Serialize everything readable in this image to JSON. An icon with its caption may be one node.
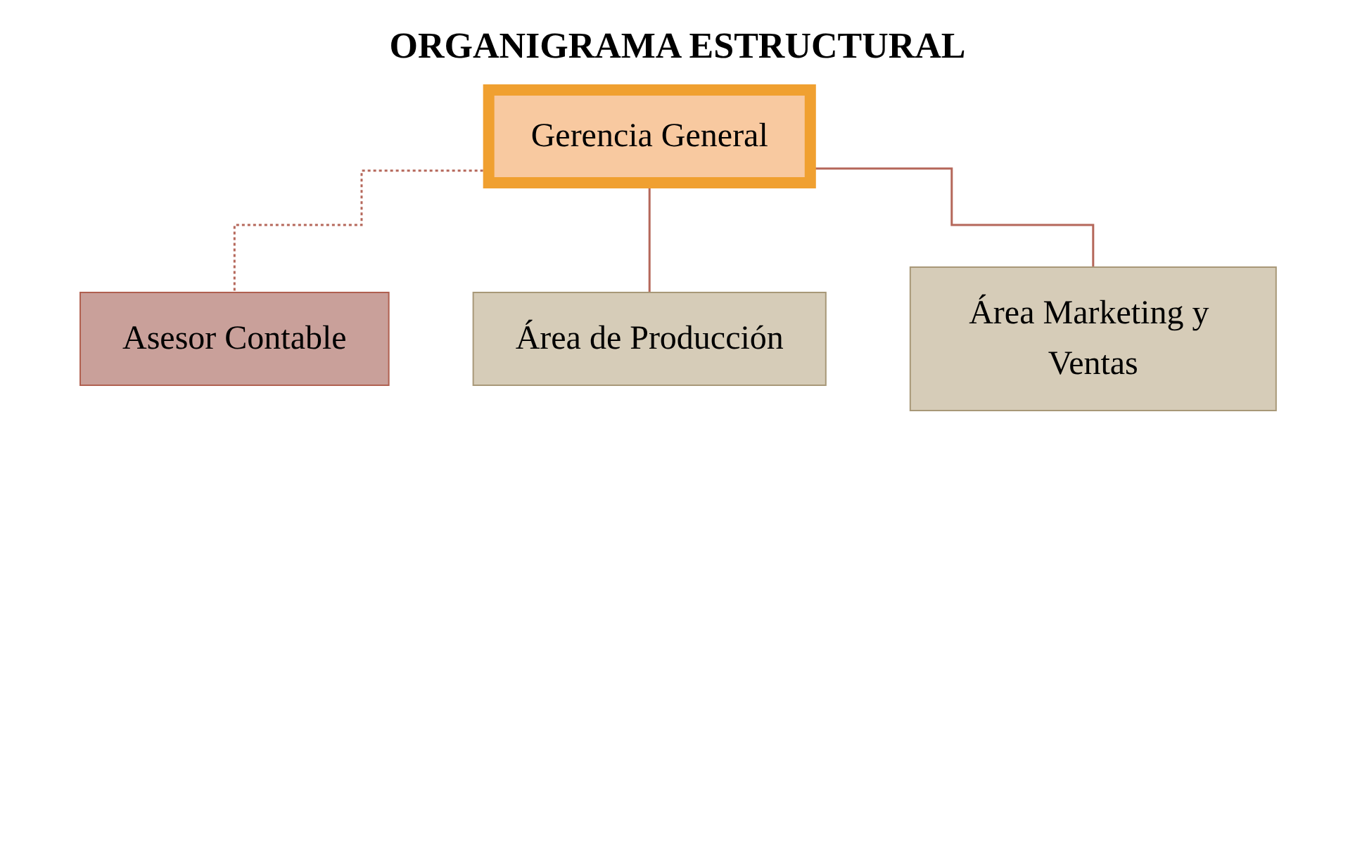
{
  "diagram": {
    "title": "ORGANIGRAMA ESTRUCTURAL",
    "nodes": [
      {
        "text": [
          "Gerencia General"
        ]
      },
      {
        "text": [
          "Asesor Contable"
        ]
      },
      {
        "text": [
          "Área de Producción"
        ]
      },
      {
        "text": [
          "Área Marketing y Ventas"
        ]
      }
    ],
    "edges": [
      {
        "from": 0,
        "to": 1,
        "arrow": "none",
        "style": "dashed"
      },
      {
        "from": 0,
        "to": 2,
        "arrow": "none"
      },
      {
        "from": 0,
        "to": 3,
        "arrow": "none"
      }
    ]
  }
}
